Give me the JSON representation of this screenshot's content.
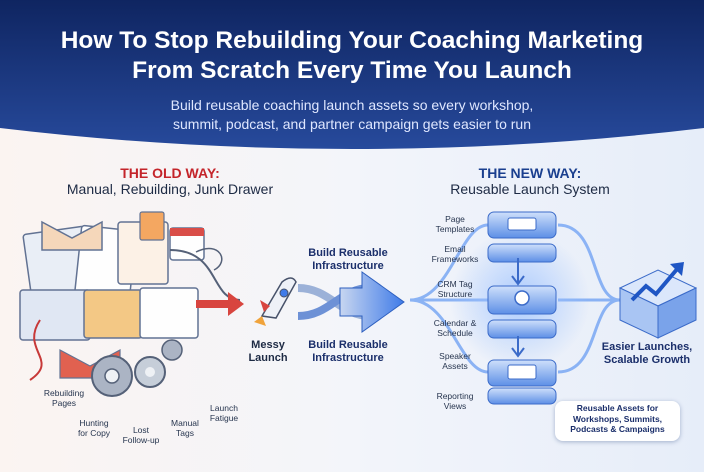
{
  "header": {
    "title_line1": "How To Stop Rebuilding Your Coaching Marketing",
    "title_line2": "From Scratch Every Time You Launch",
    "subtitle_line1": "Build reusable coaching launch assets so every workshop,",
    "subtitle_line2": "summit, podcast, and partner campaign gets easier to run"
  },
  "old_way": {
    "heading": "THE OLD WAY:",
    "subheading": "Manual, Rebuilding, Junk Drawer",
    "labels": {
      "rebuilding_pages_1": "Rebuilding",
      "rebuilding_pages_2": "Pages",
      "hunting_copy_1": "Hunting",
      "hunting_copy_2": "for Copy",
      "lost_followup_1": "Lost",
      "lost_followup_2": "Follow-up",
      "manual_tags_1": "Manual",
      "manual_tags_2": "Tags",
      "launch_fatigue_1": "Launch",
      "launch_fatigue_2": "Fatigue"
    },
    "messy_launch_1": "Messy",
    "messy_launch_2": "Launch"
  },
  "middle": {
    "top_label_1": "Build Reusable",
    "top_label_2": "Infrastructure",
    "bottom_label_1": "Build Reusable",
    "bottom_label_2": "Infrastructure"
  },
  "new_way": {
    "heading": "THE NEW WAY:",
    "subheading": "Reusable Launch System",
    "stack_items": [
      {
        "l1": "Page",
        "l2": "Templates"
      },
      {
        "l1": "Email",
        "l2": "Frameworks"
      },
      {
        "l1": "CRM Tag",
        "l2": "Structure"
      },
      {
        "l1": "Calendar &",
        "l2": "Schedule"
      },
      {
        "l1": "Speaker",
        "l2": "Assets"
      },
      {
        "l1": "Reporting",
        "l2": "Views"
      }
    ],
    "outcome_1": "Easier Launches,",
    "outcome_2": "Scalable Growth",
    "callout_1": "Reusable Assets for",
    "callout_2": "Workshops, Summits,",
    "callout_3": "Podcasts & Campaigns"
  },
  "colors": {
    "header_navy": "#16306e",
    "old_red": "#c4242a",
    "new_blue": "#1a3f8f",
    "accent_blue": "#3f7be8"
  }
}
